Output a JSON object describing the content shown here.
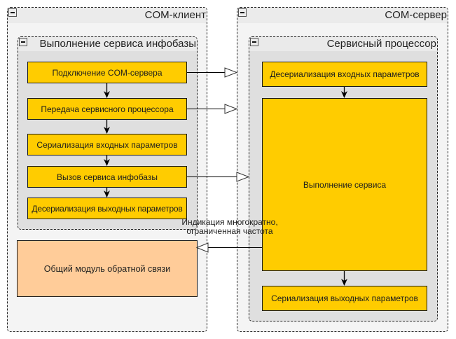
{
  "com_client": {
    "title": "COM-клиент",
    "collapse_icon": "minus-icon",
    "infobase_service": {
      "title": "Выполнение сервиса инфобазы",
      "collapse_icon": "minus-icon",
      "steps": [
        "Подключение COM-сервера",
        "Передача сервисного процессора",
        "Сериализация входных параметров",
        "Вызов сервиса инфобазы",
        "Десериализация выходных параметров"
      ]
    },
    "feedback_module": "Общий модуль обратной связи"
  },
  "com_server": {
    "title": "COM-сервер",
    "collapse_icon": "minus-icon",
    "service_processor": {
      "title": "Сервисный процессор",
      "collapse_icon": "minus-icon",
      "steps": [
        "Десериализация входных параметров",
        "Выполнение сервиса",
        "Сериализация выходных параметров"
      ]
    }
  },
  "feedback_connection": {
    "label_line1": "Индикация многократно,",
    "label_line2": "ограниченная частота"
  },
  "colors": {
    "step_fill": "#ffcc00",
    "feedback_fill": "#ffcc99",
    "outer_group_fill": "#f4f4f4",
    "inner_group_fill": "#dfdfdf"
  }
}
